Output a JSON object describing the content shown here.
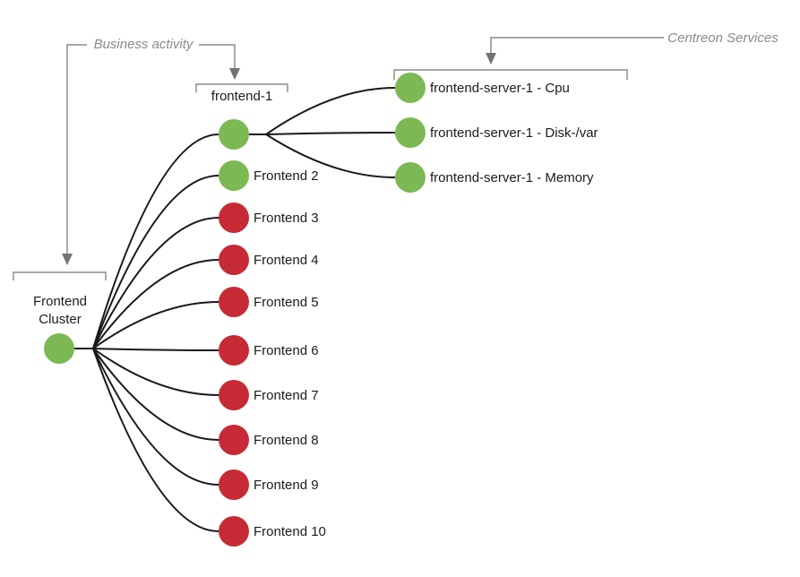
{
  "diagram": {
    "colors": {
      "edge": "#1a1a1a",
      "callout_line": "#9b9b9b",
      "arrowhead": "#737373",
      "annotation_text": "#8a8a8a",
      "ok_green": "#7cb853",
      "critical_red": "#c62a35"
    },
    "annotations": {
      "business_activity": "Business activity",
      "centreon_services": "Centreon Services"
    },
    "root": {
      "label_lines": [
        "Frontend",
        "Cluster"
      ],
      "color": "#7cb853"
    },
    "hosts": [
      {
        "label": "frontend-1",
        "color": "#7cb853"
      },
      {
        "label": "Frontend 2",
        "color": "#7cb853"
      },
      {
        "label": "Frontend 3",
        "color": "#c62a35"
      },
      {
        "label": "Frontend 4",
        "color": "#c62a35"
      },
      {
        "label": "Frontend 5",
        "color": "#c62a35"
      },
      {
        "label": "Frontend 6",
        "color": "#c62a35"
      },
      {
        "label": "Frontend 7",
        "color": "#c62a35"
      },
      {
        "label": "Frontend 8",
        "color": "#c62a35"
      },
      {
        "label": "Frontend 9",
        "color": "#c62a35"
      },
      {
        "label": "Frontend 10",
        "color": "#c62a35"
      }
    ],
    "services": [
      {
        "label": "frontend-server-1 - Cpu",
        "color": "#7cb853"
      },
      {
        "label": "frontend-server-1 - Disk-/var",
        "color": "#7cb853"
      },
      {
        "label": "frontend-server-1 - Memory",
        "color": "#7cb853"
      }
    ]
  }
}
